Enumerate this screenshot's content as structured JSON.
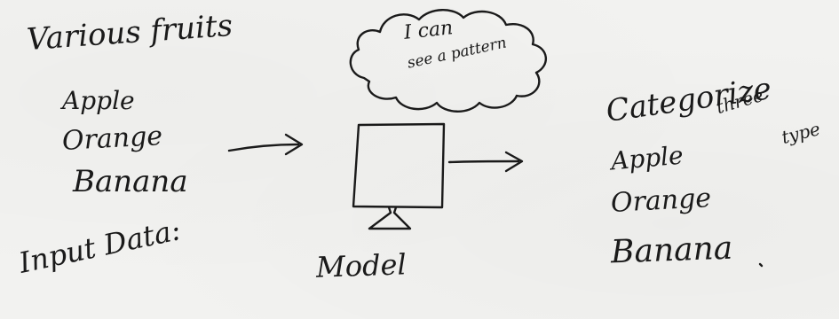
{
  "input": {
    "title": "Various fruits",
    "items": [
      "Apple",
      "Orange",
      "Banana"
    ],
    "caption": "Input Data:"
  },
  "model": {
    "label": "Model",
    "thought": [
      "I can",
      "see a pattern"
    ]
  },
  "output": {
    "heading": "Categorize",
    "note": [
      "three",
      "type"
    ],
    "items": [
      "Apple",
      "Orange",
      "Banana"
    ]
  }
}
